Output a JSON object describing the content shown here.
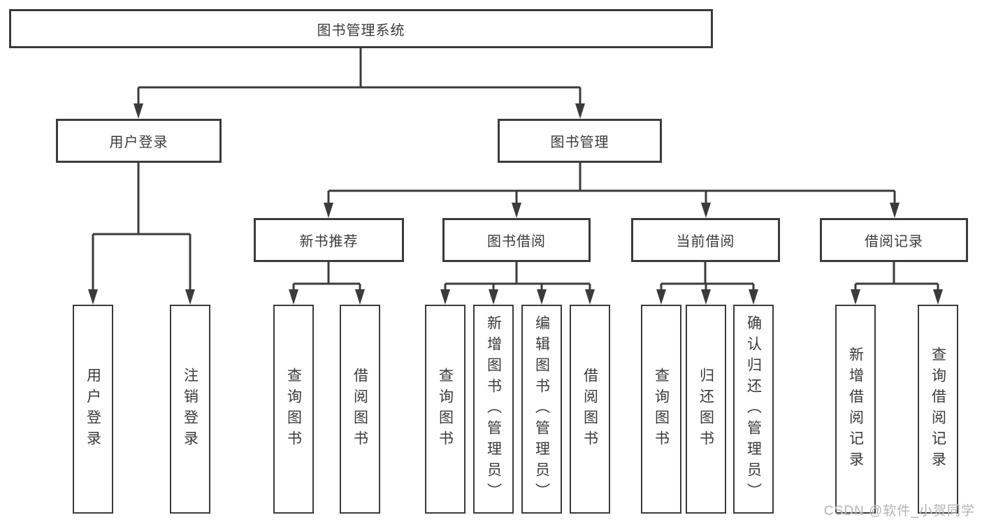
{
  "diagram": {
    "root": "图书管理系统",
    "level2": [
      {
        "label": "用户登录"
      },
      {
        "label": "图书管理"
      }
    ],
    "level3": [
      {
        "label": "新书推荐"
      },
      {
        "label": "图书借阅"
      },
      {
        "label": "当前借阅"
      },
      {
        "label": "借阅记录"
      }
    ],
    "leaves": {
      "login": [
        "用户登录",
        "注销登录"
      ],
      "new_books": [
        "查询图书",
        "借阅图书"
      ],
      "borrow": [
        "查询图书",
        "新增图书（管理员）",
        "编辑图书（管理员）",
        "借阅图书"
      ],
      "current": [
        "查询图书",
        "归还图书",
        "确认归还（管理员）"
      ],
      "records": [
        "新增借阅记录",
        "查询借阅记录"
      ]
    }
  },
  "watermark": "CSDN @软件_小贺同学",
  "colors": {
    "line": "#3b3b3b",
    "text": "#3a3a3a",
    "watermark": "#b3b3b3",
    "background": "#ffffff"
  }
}
